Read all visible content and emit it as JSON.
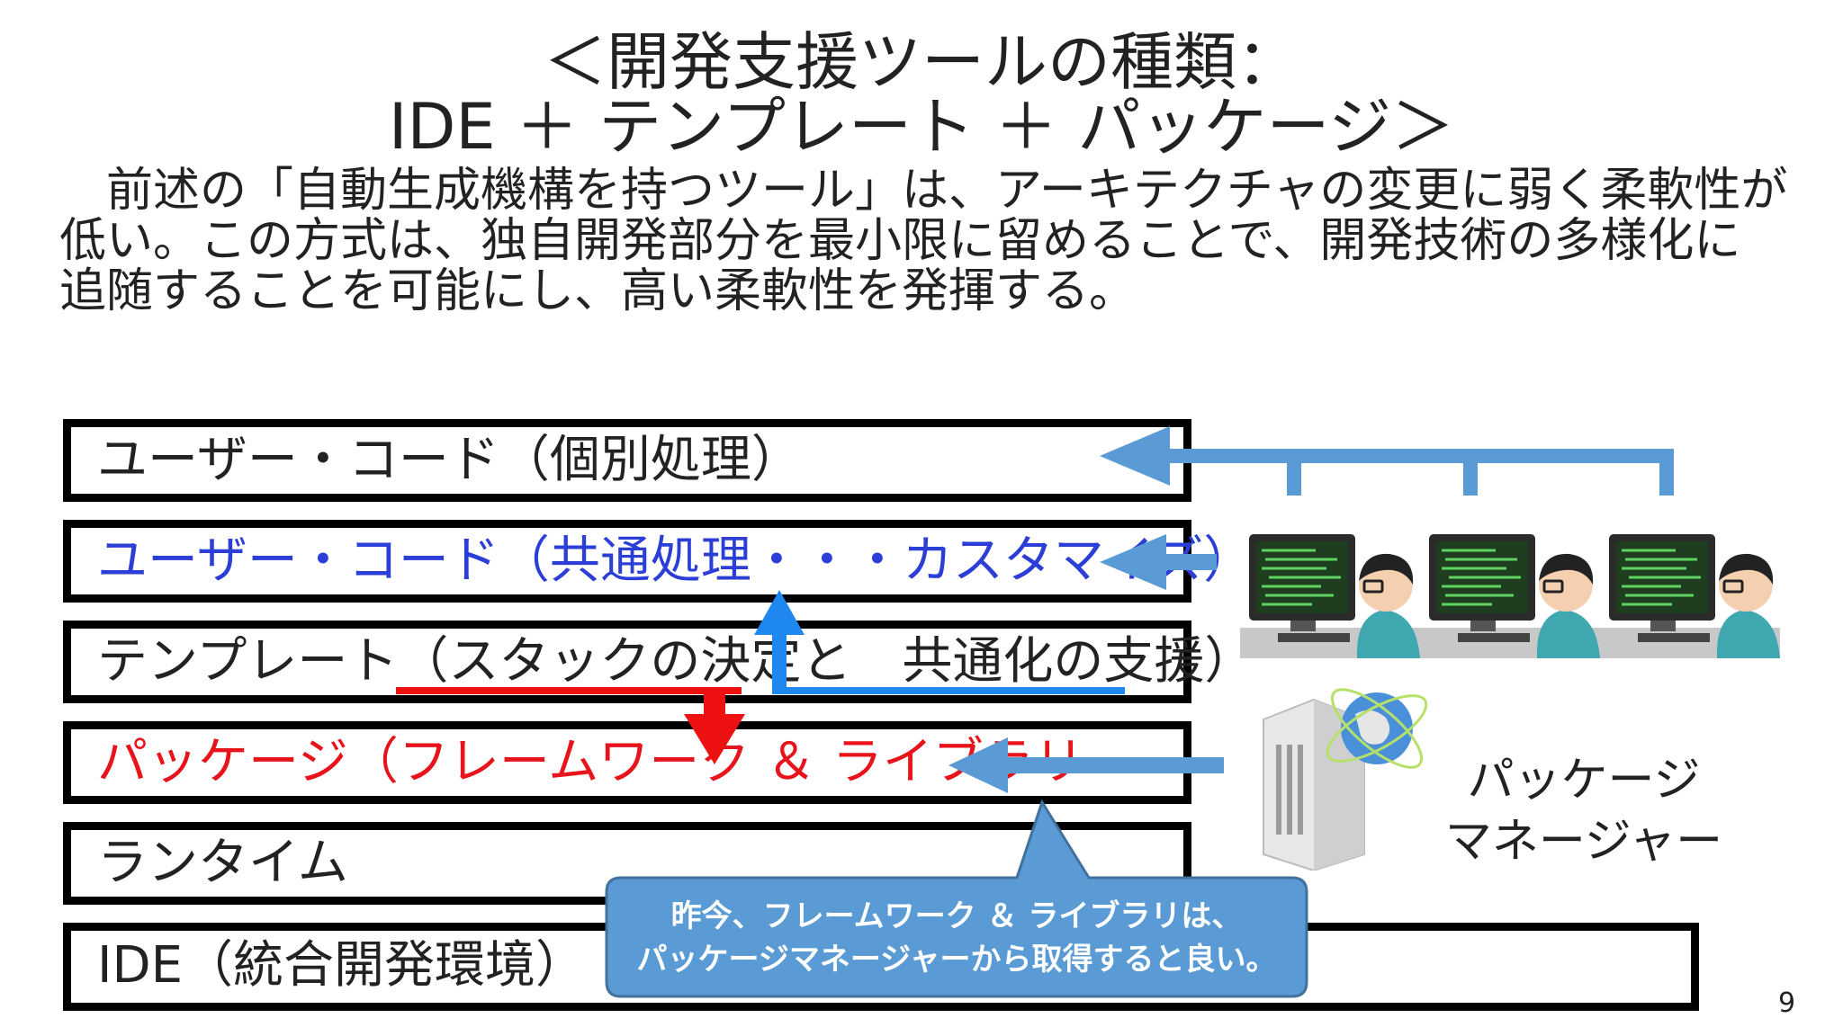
{
  "slide": {
    "title_line1": "＜開発支援ツールの種類：",
    "title_line2": "IDE ＋ テンプレート ＋ パッケージ＞",
    "paragraph_lines": [
      "　前述の「自動生成機構を持つツール」は、アーキテクチャの変更に弱く柔軟性が",
      "低い。この方式は、独自開発部分を最小限に留めることで、開発技術の多様化に",
      "追随することを可能にし、高い柔軟性を発揮する。"
    ],
    "page_number": "9"
  },
  "layers": [
    {
      "label": "ユーザー・コード（個別処理）",
      "color": "#222222"
    },
    {
      "label": "ユーザー・コード（共通処理・・・カスタマイズ）",
      "color": "#2b3fd6"
    },
    {
      "label": "テンプレート（スタックの決定と　共通化の支援）",
      "color": "#222222"
    },
    {
      "label": "パッケージ（フレームワーク ＆ ライブラリ",
      "color": "#e8141b"
    },
    {
      "label": "ランタイム",
      "color": "#222222"
    },
    {
      "label": "IDE（統合開発環境）",
      "color": "#222222"
    }
  ],
  "callout": {
    "line1": "昨今、フレームワーク ＆ ライブラリは、",
    "line2": "パッケージマネージャーから取得すると良い。",
    "fill": "#5b9bd5"
  },
  "package_manager": {
    "line1": "パッケージ",
    "line2": "マネージャー"
  },
  "icons": [
    "developer-workstation-icon",
    "server-globe-icon"
  ],
  "colors": {
    "arrow_blue": "#5b9bd5",
    "arrow_red": "#ee1111",
    "arrow_bright_blue": "#1f87f0"
  }
}
